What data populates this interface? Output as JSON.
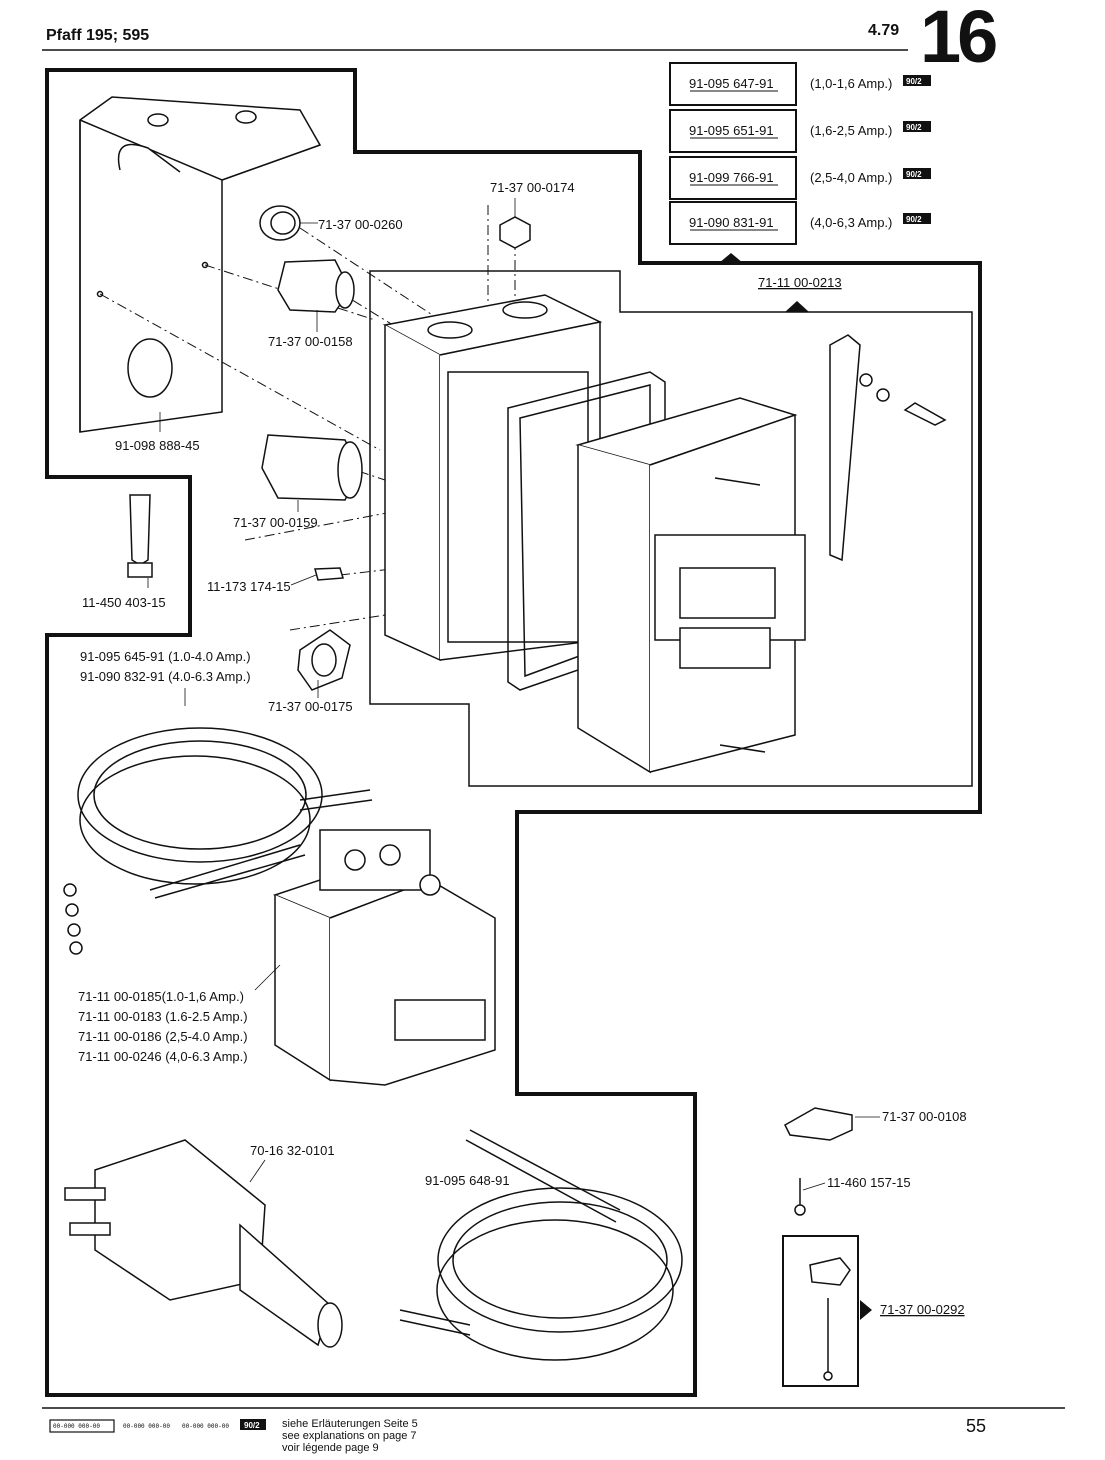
{
  "header": {
    "model": "Pfaff 195; 595",
    "date": "4.79",
    "page_group": "16"
  },
  "variants": [
    {
      "part": "91-095 647-91",
      "range": "(1,0-1,6 Amp.)",
      "code": "90/2"
    },
    {
      "part": "91-095 651-91",
      "range": "(1,6-2,5 Amp.)",
      "code": "90/2"
    },
    {
      "part": "91-099 766-91",
      "range": "(2,5-4,0 Amp.)",
      "code": "90/2"
    },
    {
      "part": "91-090 831-91",
      "range": "(4,0-6,3 Amp.)",
      "code": "90/2"
    }
  ],
  "labels": {
    "housing_assembly": "71-11 00-0213",
    "nut_top": "71-37 00-0174",
    "plug_cap": "71-37 00-0260",
    "gland_small": "71-37 00-0158",
    "bracket": "91-098 888-45",
    "gland_large": "71-37 00-0159",
    "screw_small": "11-173 174-15",
    "wood_screw": "11-450 403-15",
    "nut_bottom": "71-37 00-0175",
    "cable_a": "91-095 645-91 (1.0-4.0 Amp.)",
    "cable_b": "91-090 832-91 (4.0-6.3 Amp.)",
    "relay_1": "71-11 00-0185(1.0-1,6 Amp.)",
    "relay_2": "71-11 00-0183 (1.6-2.5 Amp.)",
    "relay_3": "71-11 00-0186 (2,5-4.0 Amp.)",
    "relay_4": "71-11 00-0246 (4,0-6.3 Amp.)",
    "plug": "70-16 32-0101",
    "cable_c": "91-095 648-91",
    "clip": "71-37 00-0108",
    "nail": "11-460 157-15",
    "cable_clip_set": "71-37 00-0292"
  },
  "footer": {
    "codes": [
      "00-000 000-00",
      "00-000 000-00",
      "00-000 000-00",
      "90/2"
    ],
    "note_de": "siehe Erläuterungen Seite 5",
    "note_en": "see explanations on page 7",
    "note_fr": "voir légende page 9",
    "page_number": "55"
  }
}
